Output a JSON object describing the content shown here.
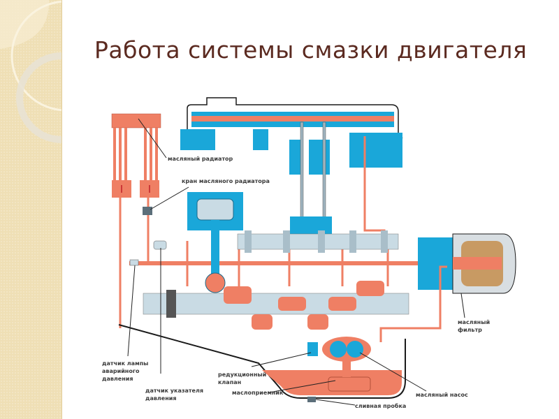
{
  "slide": {
    "title": "Работа системы смазки двигателя"
  },
  "colors": {
    "title": "#5b2a20",
    "oil": "#ef7f64",
    "engine_body": "#1aa7d9",
    "metal": "#c9dbe4",
    "background_panel": "#efdfb5"
  },
  "diagram": {
    "labels": {
      "oil_radiator": "масляный радиатор",
      "radiator_valve": "кран масляного радиатора",
      "oil_filter_line1": "масляный",
      "oil_filter_line2": "фильтр",
      "emergency_lamp_sensor_line1": "датчик лампы",
      "emergency_lamp_sensor_line2": "аварийного",
      "emergency_lamp_sensor_line3": "давления",
      "pressure_gauge_sensor_line1": "датчик указателя",
      "pressure_gauge_sensor_line2": "давления",
      "reducing_valve_line1": "редукционный",
      "reducing_valve_line2": "клапан",
      "oil_intake": "маслоприемник",
      "oil_pump": "масляный насос",
      "drain_plug": "сливная пробка"
    }
  }
}
